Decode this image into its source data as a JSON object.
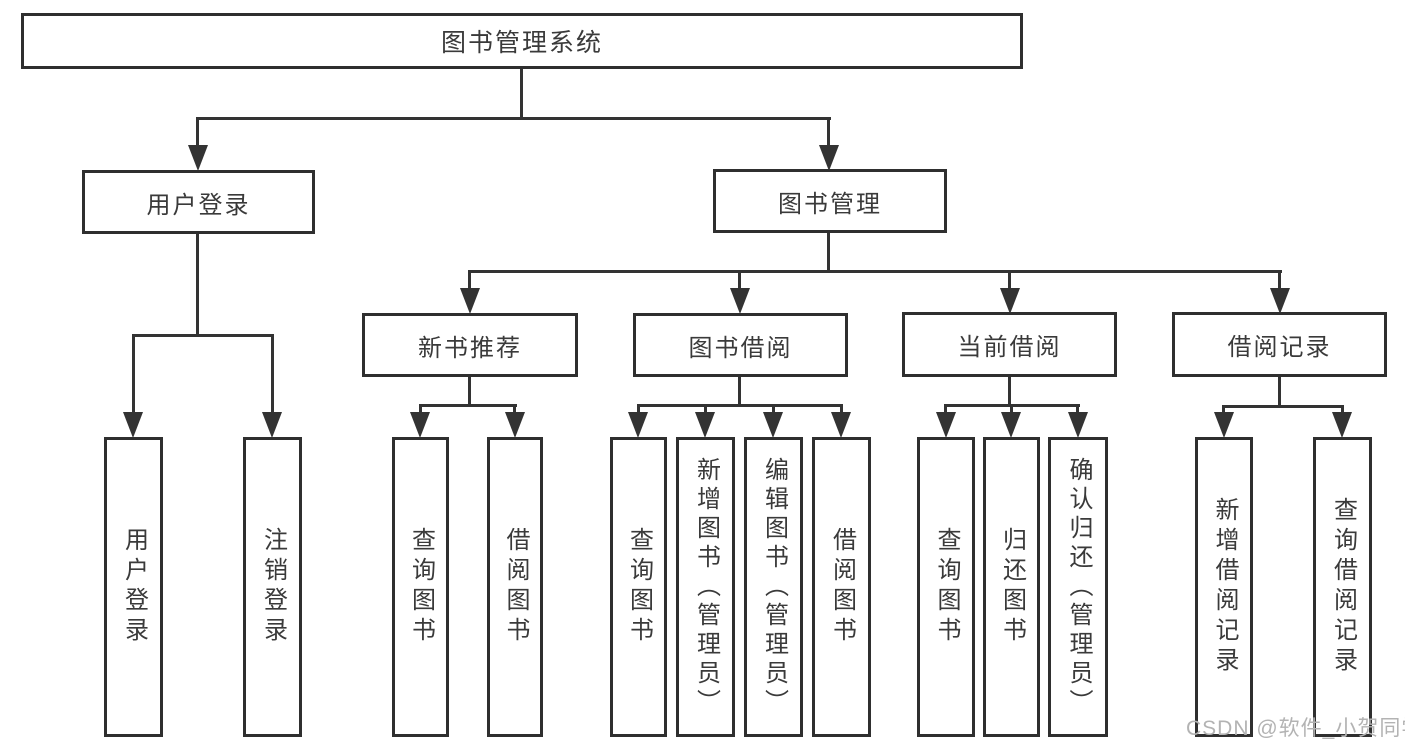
{
  "nodes": {
    "root": {
      "label": "图书管理系统"
    },
    "user_login": {
      "label": "用户登录"
    },
    "book_mgmt": {
      "label": "图书管理"
    },
    "new_book_rec": {
      "label": "新书推荐"
    },
    "book_borrow": {
      "label": "图书借阅"
    },
    "current_borrow": {
      "label": "当前借阅"
    },
    "borrow_records": {
      "label": "借阅记录"
    },
    "leaf_user_login": {
      "label": "用户登录"
    },
    "leaf_user_logout": {
      "label": "注销登录"
    },
    "leaf_nb_query": {
      "label": "查询图书"
    },
    "leaf_nb_borrow": {
      "label": "借阅图书"
    },
    "leaf_bb_query": {
      "label": "查询图书"
    },
    "leaf_bb_add": {
      "label": "新增图书（管理员）"
    },
    "leaf_bb_edit": {
      "label": "编辑图书（管理员）"
    },
    "leaf_bb_borrow": {
      "label": "借阅图书"
    },
    "leaf_cb_query": {
      "label": "查询图书"
    },
    "leaf_cb_return": {
      "label": "归还图书"
    },
    "leaf_cb_confirm": {
      "label": "确认归还（管理员）"
    },
    "leaf_rec_add": {
      "label": "新增借阅记录"
    },
    "leaf_rec_query": {
      "label": "查询借阅记录"
    }
  },
  "hierarchy": {
    "图书管理系统": {
      "用户登录": [
        "用户登录",
        "注销登录"
      ],
      "图书管理": {
        "新书推荐": [
          "查询图书",
          "借阅图书"
        ],
        "图书借阅": [
          "查询图书",
          "新增图书（管理员）",
          "编辑图书（管理员）",
          "借阅图书"
        ],
        "当前借阅": [
          "查询图书",
          "归还图书",
          "确认归还（管理员）"
        ],
        "借阅记录": [
          "新增借阅记录",
          "查询借阅记录"
        ]
      }
    }
  },
  "watermark": {
    "text": "CSDN @软件_小贺同学"
  },
  "colors": {
    "line": "#333333",
    "box_border": "#2f2f2f",
    "box_background": "#ffffff",
    "text": "#3a3a3a",
    "watermark": "#b3b3b3",
    "page_background": "#ffffff"
  }
}
